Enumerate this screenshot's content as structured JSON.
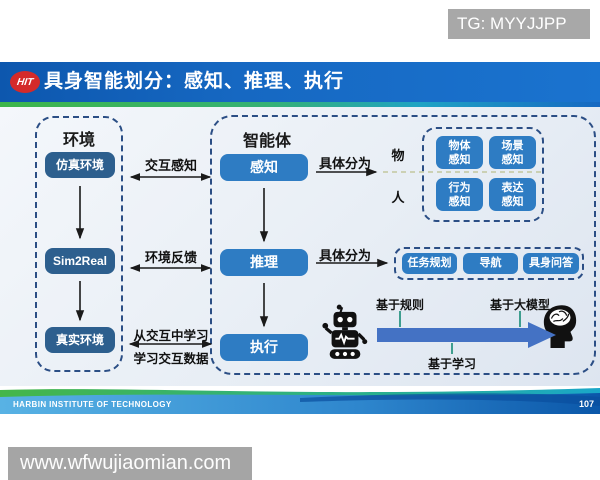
{
  "overlay": {
    "tg": "TG: MYYJJPP",
    "site": "www.wfwujiaomian.com"
  },
  "header": {
    "title": "具身智能划分：感知、推理、执行"
  },
  "footer": {
    "org": "HARBIN INSTITUTE OF TECHNOLOGY",
    "page": "107"
  },
  "environment": {
    "title": "环境",
    "nodes": [
      {
        "label": "仿真环境"
      },
      {
        "label": "Sim2Real"
      },
      {
        "label": "真实环境"
      }
    ]
  },
  "interaction": {
    "perceive": "交互感知",
    "feedback": "环境反馈",
    "learn_from": "从交互中学习",
    "learn_data": "学习交互数据"
  },
  "agent": {
    "title": "智能体",
    "divide": "具体分为",
    "nodes": [
      {
        "label": "感知"
      },
      {
        "label": "推理"
      },
      {
        "label": "执行"
      }
    ]
  },
  "perception_detail": {
    "object_label": "物",
    "human_label": "人",
    "cells": [
      {
        "l1": "物体",
        "l2": "感知"
      },
      {
        "l1": "场景",
        "l2": "感知"
      },
      {
        "l1": "行为",
        "l2": "感知"
      },
      {
        "l1": "表达",
        "l2": "感知"
      }
    ]
  },
  "reasoning_detail": {
    "items": [
      {
        "label": "任务规划"
      },
      {
        "label": "导航"
      },
      {
        "label": "具身问答"
      }
    ]
  },
  "execution_detail": {
    "rule": "基于规则",
    "large_model": "基于大模型",
    "learning": "基于学习"
  },
  "colors": {
    "title_bar_blue": "#1668c2",
    "accent_green": "#3db54a",
    "dark_node_blue": "#2d5f8e",
    "bright_node_blue": "#2e7cc3",
    "timeline_arrow_blue": "#4472c4",
    "tick_teal": "#3f9e8f",
    "dashed_border_navy": "#2b4e85",
    "watermark_gray": "#a6a6a6"
  }
}
